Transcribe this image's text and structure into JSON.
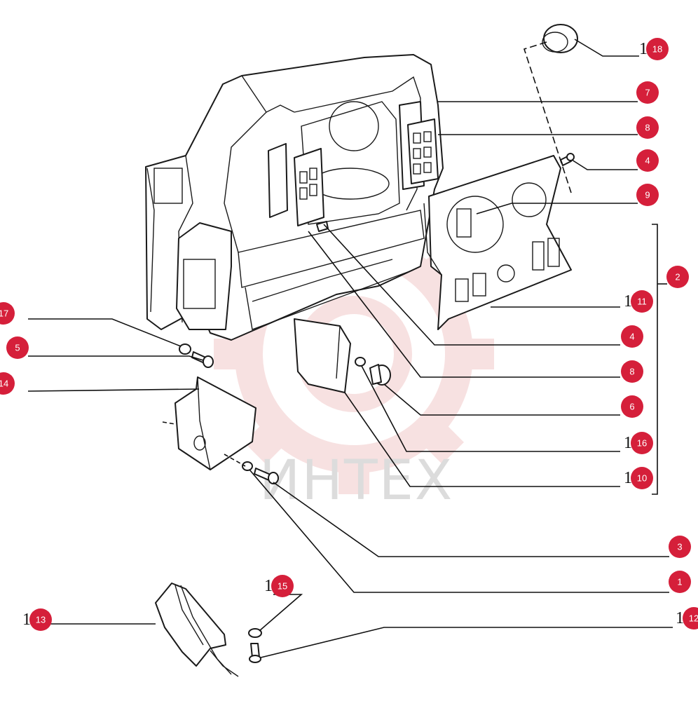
{
  "watermark": {
    "text": "ИНТЕХ",
    "logo": "gear-logo"
  },
  "colors": {
    "callout_fill": "#d51f3a",
    "callout_text": "#ffffff",
    "line": "#111111",
    "watermark": "#f2c9c9"
  },
  "callouts": [
    {
      "number": "18",
      "prefix": "1"
    },
    {
      "number": "7",
      "prefix": ""
    },
    {
      "number": "8",
      "prefix": ""
    },
    {
      "number": "4",
      "prefix": ""
    },
    {
      "number": "9",
      "prefix": ""
    },
    {
      "number": "2",
      "prefix": ""
    },
    {
      "number": "11",
      "prefix": "1"
    },
    {
      "number": "4",
      "prefix": ""
    },
    {
      "number": "8",
      "prefix": ""
    },
    {
      "number": "6",
      "prefix": ""
    },
    {
      "number": "16",
      "prefix": "1"
    },
    {
      "number": "10",
      "prefix": "1"
    },
    {
      "number": "3",
      "prefix": ""
    },
    {
      "number": "1",
      "prefix": ""
    },
    {
      "number": "12",
      "prefix": "1"
    },
    {
      "number": "15",
      "prefix": "1"
    },
    {
      "number": "13",
      "prefix": "1"
    },
    {
      "number": "17",
      "prefix": ""
    },
    {
      "number": "5",
      "prefix": ""
    },
    {
      "number": "14",
      "prefix": ""
    }
  ]
}
